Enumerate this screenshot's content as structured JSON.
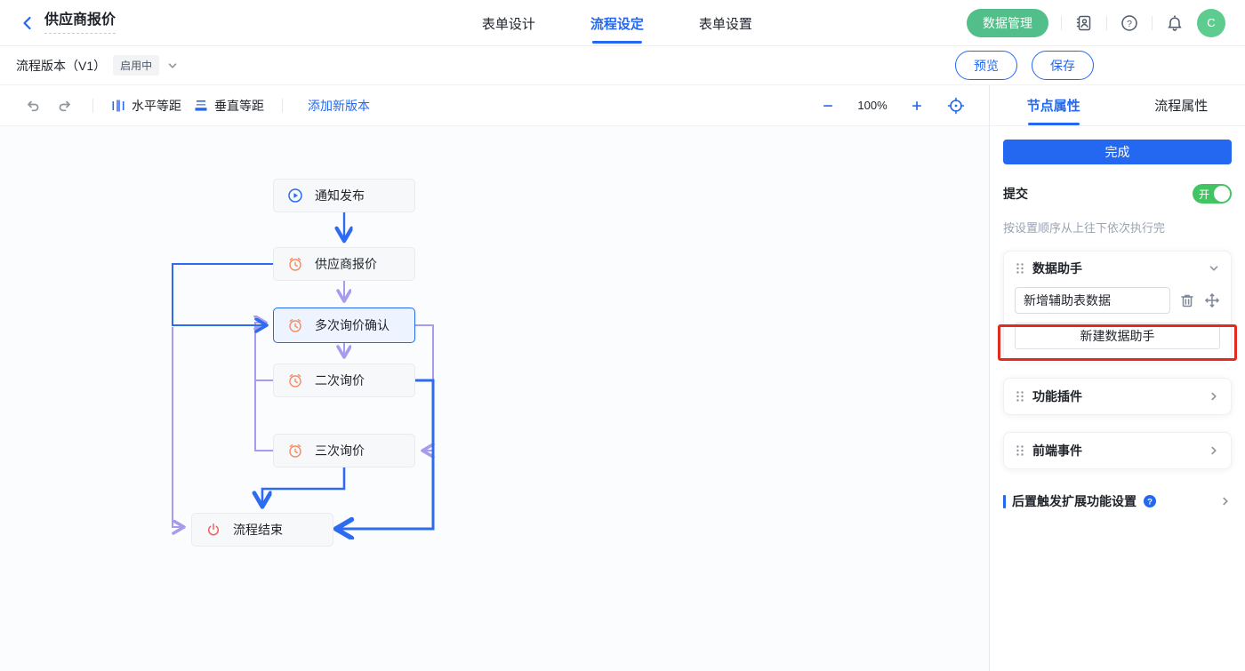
{
  "header": {
    "title": "供应商报价",
    "tabs": [
      {
        "label": "表单设计",
        "active": false
      },
      {
        "label": "流程设定",
        "active": true
      },
      {
        "label": "表单设置",
        "active": false
      }
    ],
    "data_manage_button": "数据管理",
    "avatar_text": "C"
  },
  "version_bar": {
    "version_label": "流程版本（V1）",
    "status_badge": "启用中",
    "preview_button": "预览",
    "save_button": "保存"
  },
  "toolbar": {
    "horizontal_spacing_label": "水平等距",
    "vertical_spacing_label": "垂直等距",
    "add_version_label": "添加新版本",
    "zoom_level": "100%"
  },
  "panel": {
    "tabs": [
      {
        "label": "节点属性",
        "active": true
      },
      {
        "label": "流程属性",
        "active": false
      }
    ],
    "complete_button": "完成",
    "submit_label": "提交",
    "toggle_on_label": "开",
    "order_hint": "按设置顺序从上往下依次执行完",
    "data_assistant": {
      "title": "数据助手",
      "item_value": "新增辅助表数据",
      "new_button": "新建数据助手"
    },
    "plugin_section_title": "功能插件",
    "frontend_event_title": "前端事件",
    "post_trigger_title": "后置触发扩展功能设置"
  },
  "flowchart": {
    "nodes": [
      {
        "id": "notify-publish",
        "label": "通知发布",
        "icon": "play"
      },
      {
        "id": "supplier-quote",
        "label": "供应商报价",
        "icon": "timer"
      },
      {
        "id": "multi-inquiry-confirm",
        "label": "多次询价确认",
        "icon": "timer",
        "selected": true
      },
      {
        "id": "second-inquiry",
        "label": "二次询价",
        "icon": "timer"
      },
      {
        "id": "third-inquiry",
        "label": "三次询价",
        "icon": "timer"
      },
      {
        "id": "process-end",
        "label": "流程结束",
        "icon": "power"
      }
    ],
    "edges": [
      {
        "from": "通知发布",
        "to": "供应商报价",
        "color": "blue"
      },
      {
        "from": "供应商报价",
        "to": "多次询价确认",
        "color": "purple"
      },
      {
        "from": "供应商报价",
        "to": "多次询价确认",
        "color": "blue",
        "route": "left-loop"
      },
      {
        "from": "多次询价确认",
        "to": "二次询价",
        "color": "purple"
      },
      {
        "from": "多次询价确认",
        "to": "三次询价",
        "color": "purple",
        "route": "right-loop"
      },
      {
        "from": "二次询价",
        "to": "多次询价确认",
        "color": "purple",
        "route": "left-loop"
      },
      {
        "from": "三次询价",
        "to": "多次询价确认",
        "color": "purple",
        "route": "left-loop"
      },
      {
        "from": "二次询价",
        "to": "流程结束",
        "color": "blue",
        "route": "right-loop"
      },
      {
        "from": "三次询价",
        "to": "流程结束",
        "color": "blue"
      },
      {
        "from": "多次询价确认",
        "to": "流程结束",
        "color": "purple",
        "route": "left-loop"
      }
    ],
    "colors": {
      "blue": "#2d6bf0",
      "purple": "#a79bee",
      "orange": "#f58b64",
      "red": "#f05f5f",
      "accent": "#2468f2",
      "green": "#52bf8a"
    }
  }
}
